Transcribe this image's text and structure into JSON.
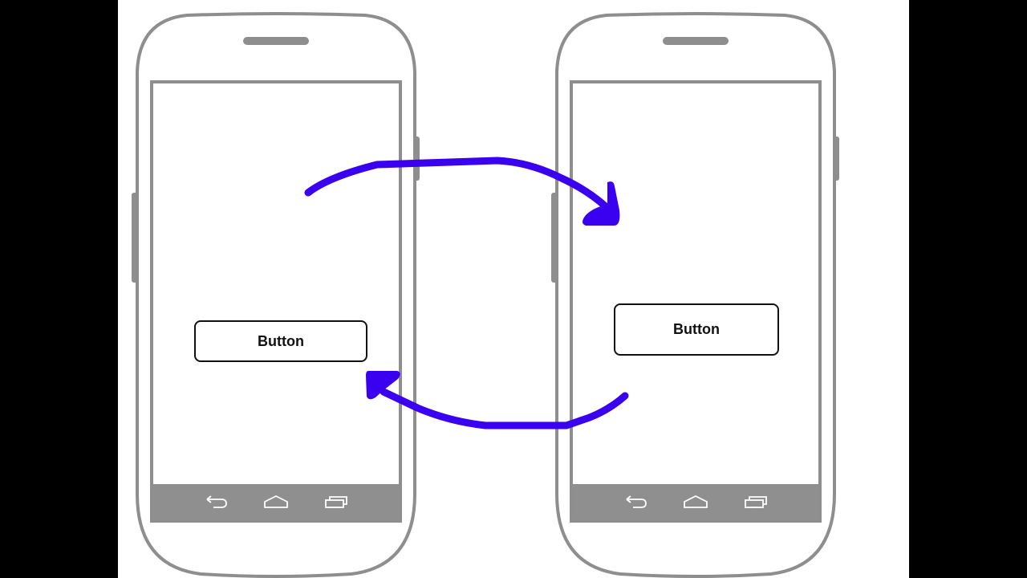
{
  "diagram": {
    "description": "Two phone wireframes with curved arrows showing navigation between screens",
    "colors": {
      "background": "#ffffff",
      "letterbox": "#000000",
      "phone_outline": "#8e8e8e",
      "navbar": "#8f8f8f",
      "arrow": "#3a00f0",
      "button_border": "#111111"
    },
    "phones": [
      {
        "id": "left",
        "button_label": "Button",
        "nav_icons": [
          "back-icon",
          "home-icon",
          "recent-apps-icon"
        ]
      },
      {
        "id": "right",
        "button_label": "Button",
        "nav_icons": [
          "back-icon",
          "home-icon",
          "recent-apps-icon"
        ]
      }
    ],
    "arrows": [
      {
        "id": "forward",
        "from": "left",
        "to": "right",
        "direction": "top, curving right"
      },
      {
        "id": "back",
        "from": "right",
        "to": "left",
        "direction": "bottom, curving left"
      }
    ]
  }
}
